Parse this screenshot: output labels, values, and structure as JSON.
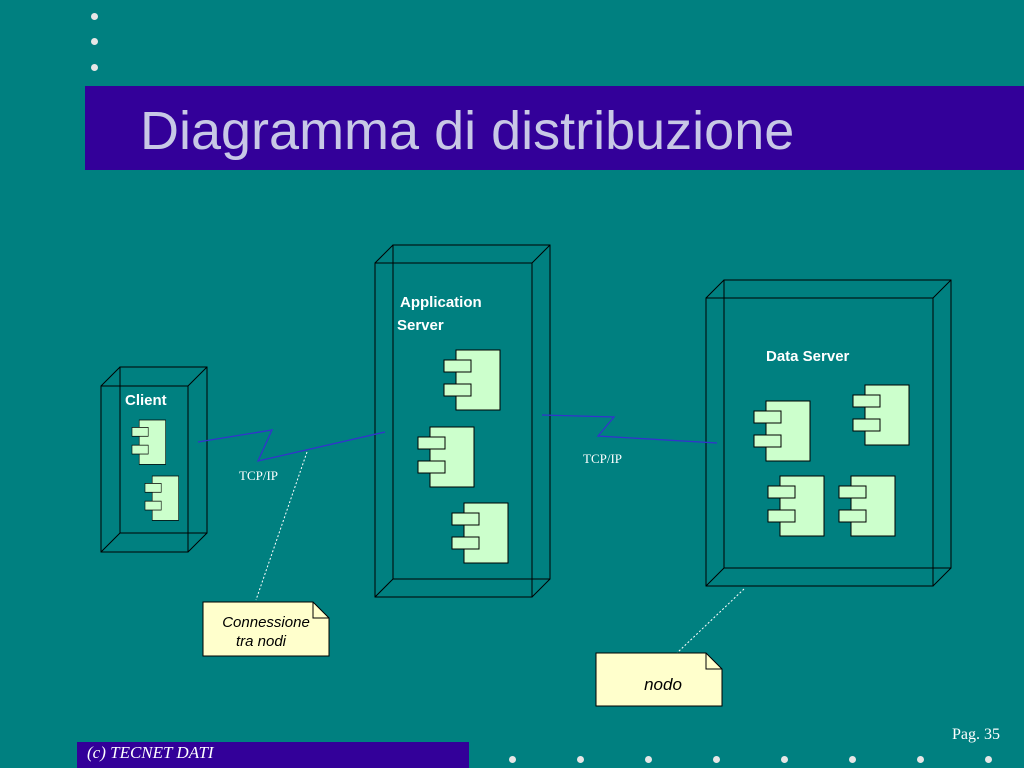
{
  "slide": {
    "title": "Diagramma di distribuzione",
    "footer": "(c)  TECNET DATI",
    "page": "Pag. 35"
  },
  "colors": {
    "background": "#008080",
    "title_bar": "#330099",
    "title_text": "#c8c8e6",
    "component_fill": "#ccffcc",
    "note_fill": "#ffffcc",
    "link_line": "#3333cc"
  },
  "diagram": {
    "nodes": {
      "client": {
        "label": "Client",
        "components": 2
      },
      "app_server": {
        "label_line1": "Application",
        "label_line2": "Server",
        "components": 3
      },
      "data_server": {
        "label": "Data Server",
        "components": 4
      }
    },
    "links": {
      "client_app": {
        "label": "TCP/IP"
      },
      "app_data": {
        "label": "TCP/IP"
      }
    },
    "notes": {
      "connection": {
        "line1": "Connessione",
        "line2": "tra nodi"
      },
      "node": {
        "text": "nodo"
      }
    }
  }
}
